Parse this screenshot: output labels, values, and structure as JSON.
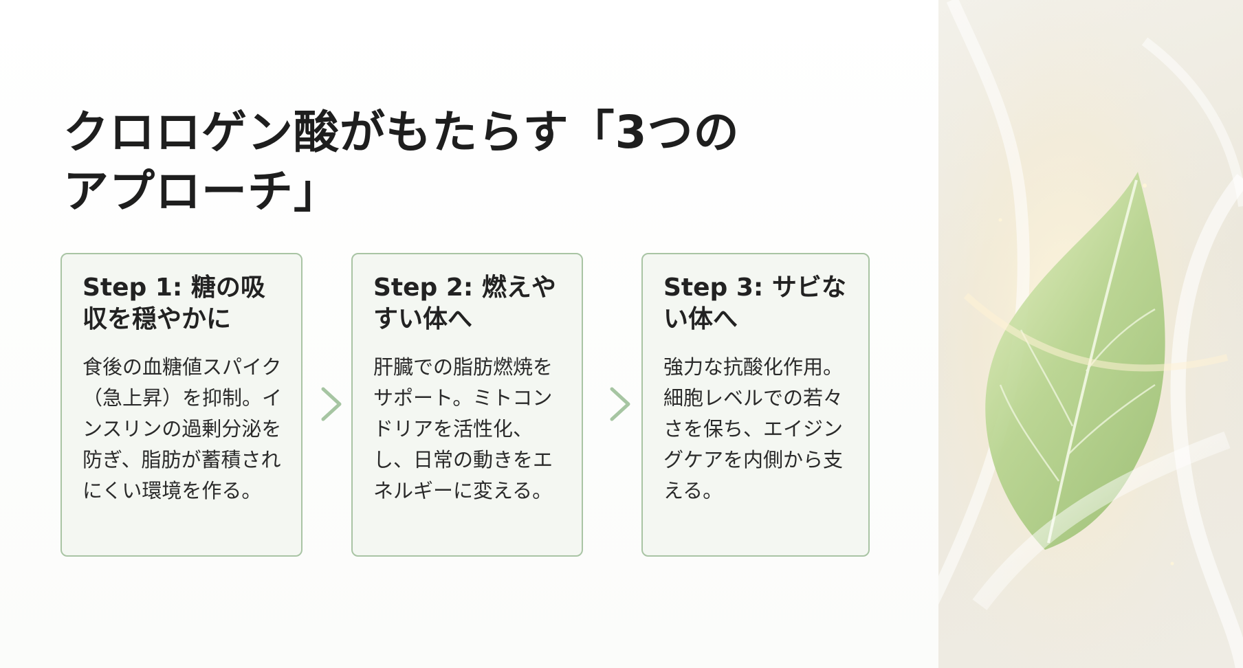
{
  "slide": {
    "title": "クロロゲン酸がもたらす「3つのアプローチ」",
    "steps": [
      {
        "heading": "Step 1: 糖の吸収を穏やかに",
        "body": "食後の血糖値スパイク（急上昇）を抑制。インスリンの過剰分泌を防ぎ、脂肪が蓄積されにくい環境を作る。"
      },
      {
        "heading": "Step 2: 燃えやすい体へ",
        "body": "肝臓での脂肪燃焼をサポート。ミトコンドリアを活性化、し、日常の動きをエネルギーに変える。"
      },
      {
        "heading": "Step 3: サビない体へ",
        "body": "強力な抗酸化作用。細胞レベルでの若々さを保ち、エイジングケアを内側から支える。"
      }
    ]
  },
  "colors": {
    "card_border": "#a9c4a4",
    "card_background": "#f4f7f2",
    "arrow": "#9cbf98",
    "leaf": "#b6d38e"
  },
  "icons": {
    "arrow": "arrow-right-icon",
    "image": "leaf-illustration"
  }
}
